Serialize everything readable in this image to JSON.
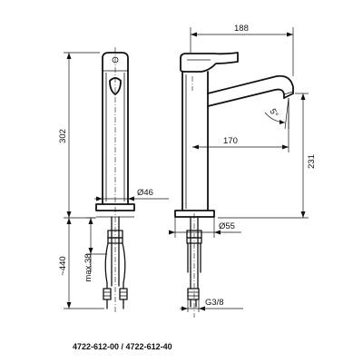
{
  "dimensions": {
    "width_top": "188",
    "height_left": "302",
    "spout_reach": "170",
    "spout_angle": "5°",
    "spout_height": "231",
    "body_diameter": "Ø46",
    "base_diameter": "Ø55",
    "total_depth": "~440",
    "max_thickness": "max.38",
    "thread": "G3/8"
  },
  "model_numbers": "4722-612-00 / 4722-612-40"
}
